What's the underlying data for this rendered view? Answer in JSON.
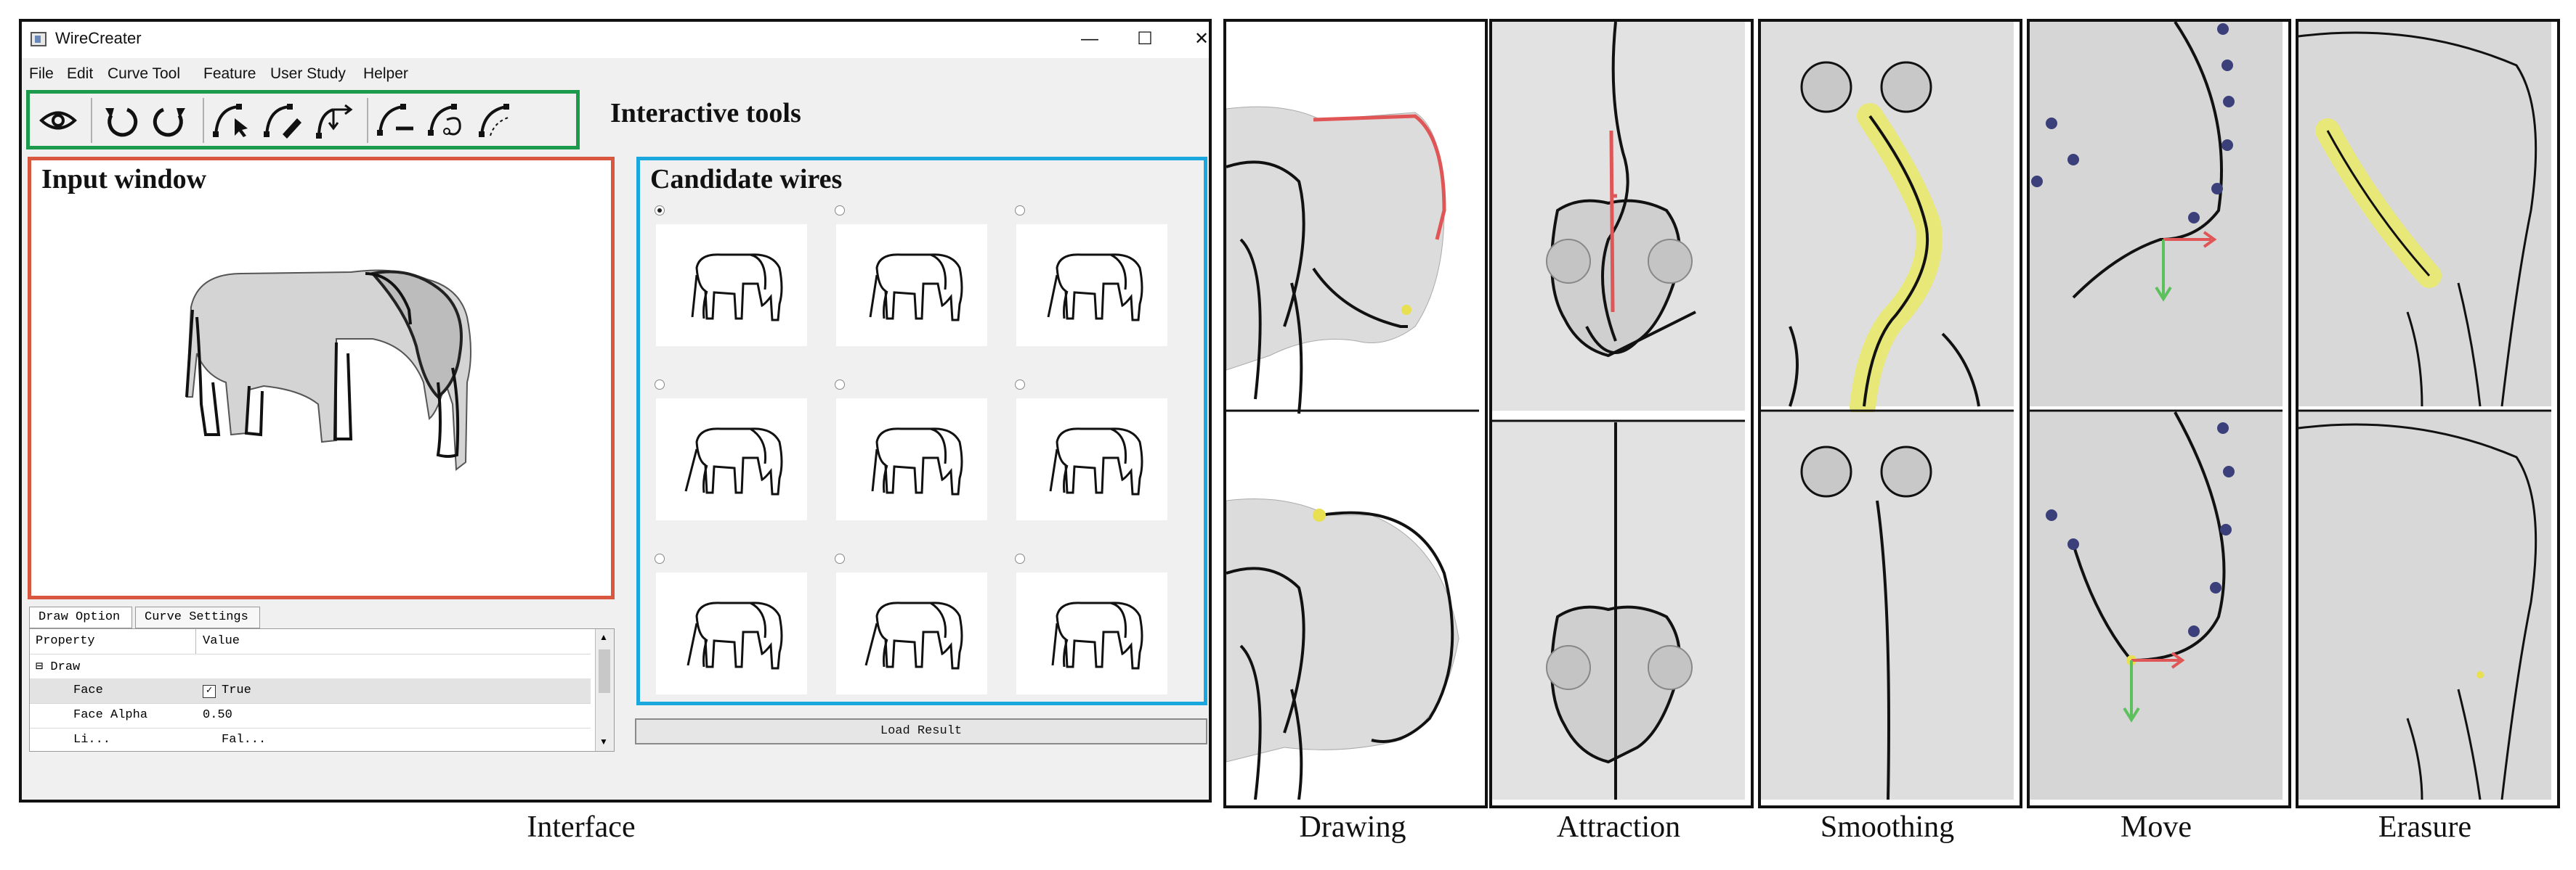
{
  "window": {
    "title": "WireCreater",
    "controls": [
      "—",
      "☐",
      "✕"
    ]
  },
  "menubar": [
    "File",
    "Edit",
    "Curve Tool",
    "Feature",
    "User Study",
    "Helper"
  ],
  "toolbar": {
    "label": "Interactive tools",
    "tools": [
      "eye-icon",
      "undo-icon",
      "redo-icon",
      "curve-select-icon",
      "curve-draw-icon",
      "curve-move-icon",
      "curve-erase-icon",
      "curve-attract-icon",
      "curve-smooth-icon"
    ]
  },
  "input_window": {
    "title": "Input window"
  },
  "candidate_window": {
    "title": "Candidate wires",
    "selected_index": 0,
    "count": 9
  },
  "properties": {
    "tabs": [
      "Draw Option",
      "Curve Settings"
    ],
    "headers": [
      "Property",
      "Value"
    ],
    "rows": [
      {
        "name": "⊟ Draw",
        "value": ""
      },
      {
        "name": "Face",
        "value": "True",
        "checked": true
      },
      {
        "name": "Face Alpha",
        "value": "0.50"
      },
      {
        "name": "Li...",
        "value": "Fal..."
      }
    ]
  },
  "load_button": "Load Result",
  "captions": {
    "interface": "Interface",
    "drawing": "Drawing",
    "attraction": "Attraction",
    "smoothing": "Smoothing",
    "move": "Move",
    "erasure": "Erasure"
  },
  "colors": {
    "toolbar_border": "#1a9a4a",
    "input_border": "#d9573f",
    "candidate_border": "#1aa7dd",
    "red_stroke": "#e05555",
    "yellow_highlight": "#e8e878",
    "control_point": "#3b3f7a",
    "arrow_red": "#e05555",
    "arrow_green": "#5cc05c"
  }
}
